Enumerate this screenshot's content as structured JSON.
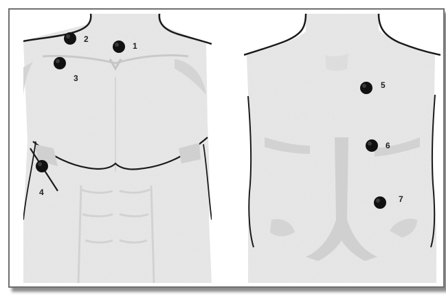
{
  "diagram": {
    "front_view": {
      "electrodes": [
        {
          "label": "1"
        },
        {
          "label": "2"
        },
        {
          "label": "3"
        },
        {
          "label": "4"
        }
      ]
    },
    "back_view": {
      "electrodes": [
        {
          "label": "5"
        },
        {
          "label": "6"
        },
        {
          "label": "7"
        }
      ]
    }
  },
  "colors": {
    "skin": "#e9e9e9",
    "outline": "#1a1a1a",
    "muscle_shade": "#cfcfcf",
    "electrode": "#111111",
    "frame_border": "#6f6f6f"
  }
}
